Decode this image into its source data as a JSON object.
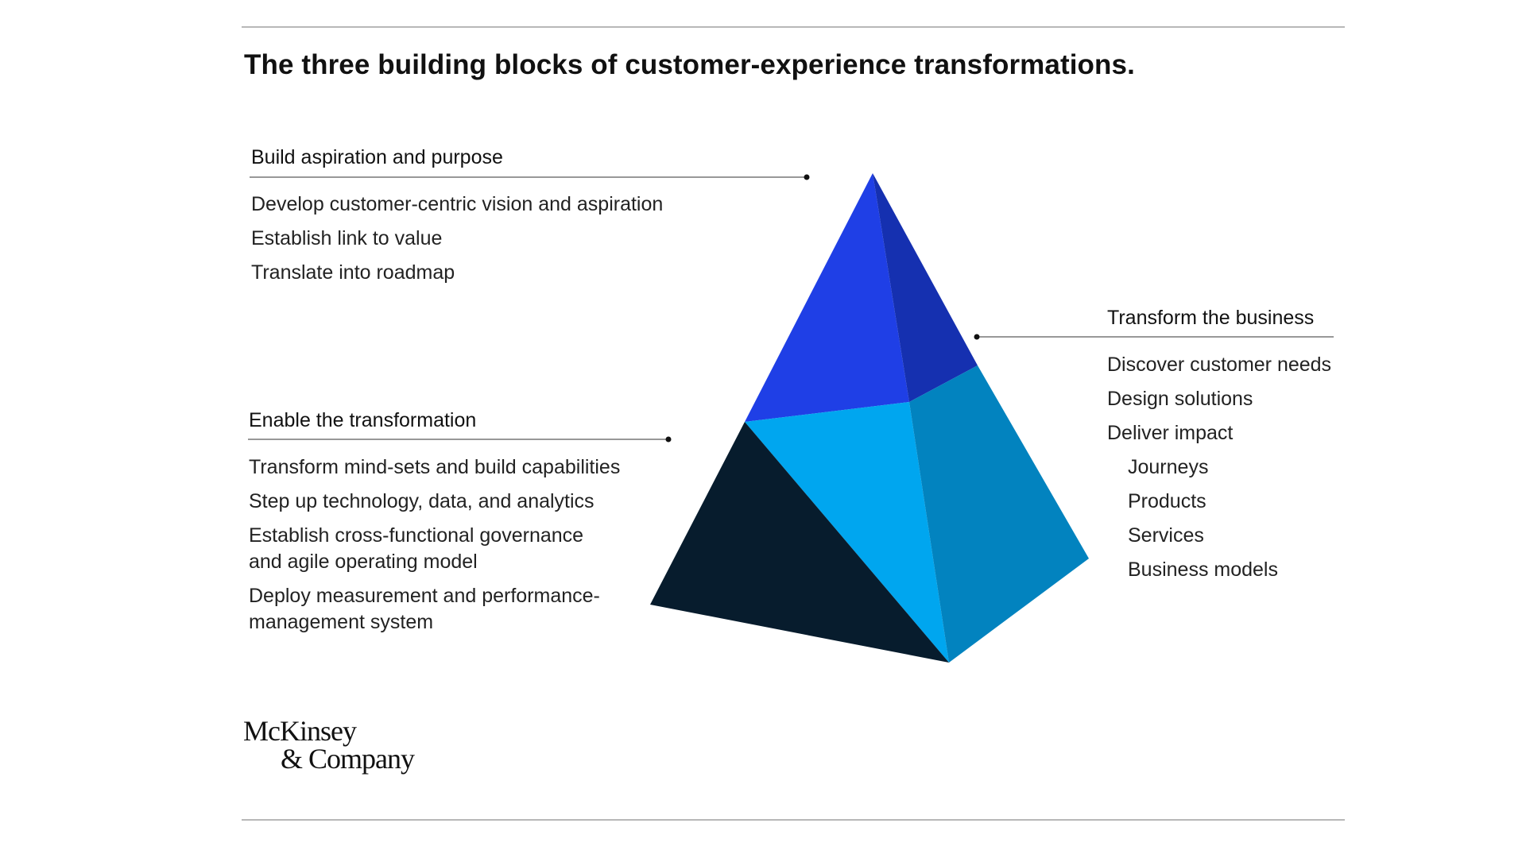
{
  "title": "The three building blocks of customer-experience transformations.",
  "blocks": {
    "aspiration": {
      "heading": "Build aspiration and purpose",
      "items": [
        "Develop customer-centric vision and aspiration",
        "Establish link to value",
        "Translate into roadmap"
      ]
    },
    "enable": {
      "heading": "Enable the transformation",
      "items": [
        {
          "line1": "Transform mind-sets and build capabilities",
          "line2": ""
        },
        {
          "line1": "Step up technology, data, and analytics",
          "line2": ""
        },
        {
          "line1": "Establish cross-functional governance",
          "line2": "and agile operating model"
        },
        {
          "line1": "Deploy measurement and performance-",
          "line2": "management system"
        }
      ]
    },
    "transform": {
      "heading": "Transform the business",
      "items": [
        "Discover customer needs",
        "Design solutions",
        "Deliver impact"
      ],
      "sub_items": [
        "Journeys",
        "Products",
        "Services",
        "Business models"
      ]
    }
  },
  "pyramid": {
    "colors": {
      "top_left": "#1f3fe6",
      "top_right": "#1530b0",
      "mid_left": "#00a6ef",
      "mid_right": "#0283bf",
      "bottom_left": "#071c2d"
    }
  },
  "logo": {
    "line1": "McKinsey",
    "line2": "& Company"
  }
}
